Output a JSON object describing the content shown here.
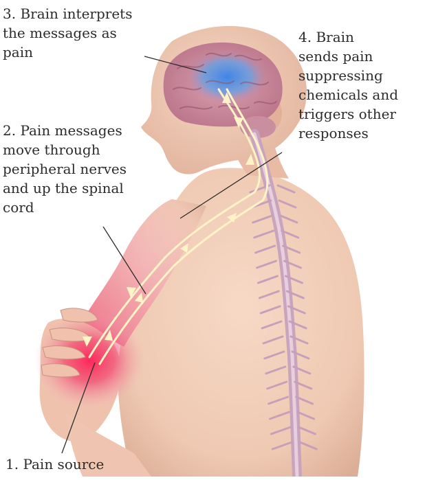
{
  "diagram": {
    "labels": {
      "pain_source": {
        "lines": [
          "1. Pain source"
        ]
      },
      "pain_messages": {
        "lines": [
          "2. Pain messages",
          "move through",
          "peripheral nerves",
          "and up the spinal",
          "cord"
        ]
      },
      "brain_interprets": {
        "lines": [
          "3. Brain interprets",
          "the messages as",
          "pain"
        ]
      },
      "brain_sends": {
        "lines": [
          "4. Brain",
          "sends pain",
          "suppressing",
          "chemicals and",
          "triggers other",
          "responses"
        ]
      }
    },
    "colors": {
      "skin": "#efc9b2",
      "skin_shadow": "#d9a892",
      "pain_red": "#ef2d5c",
      "brain_pink": "#c9889a",
      "brain_blue": "#4a8fe0",
      "nerve": "#fff3c8",
      "spine": "#c8a4bd",
      "text": "#2b2b2b",
      "leader_line": "#2b2b2b"
    }
  }
}
